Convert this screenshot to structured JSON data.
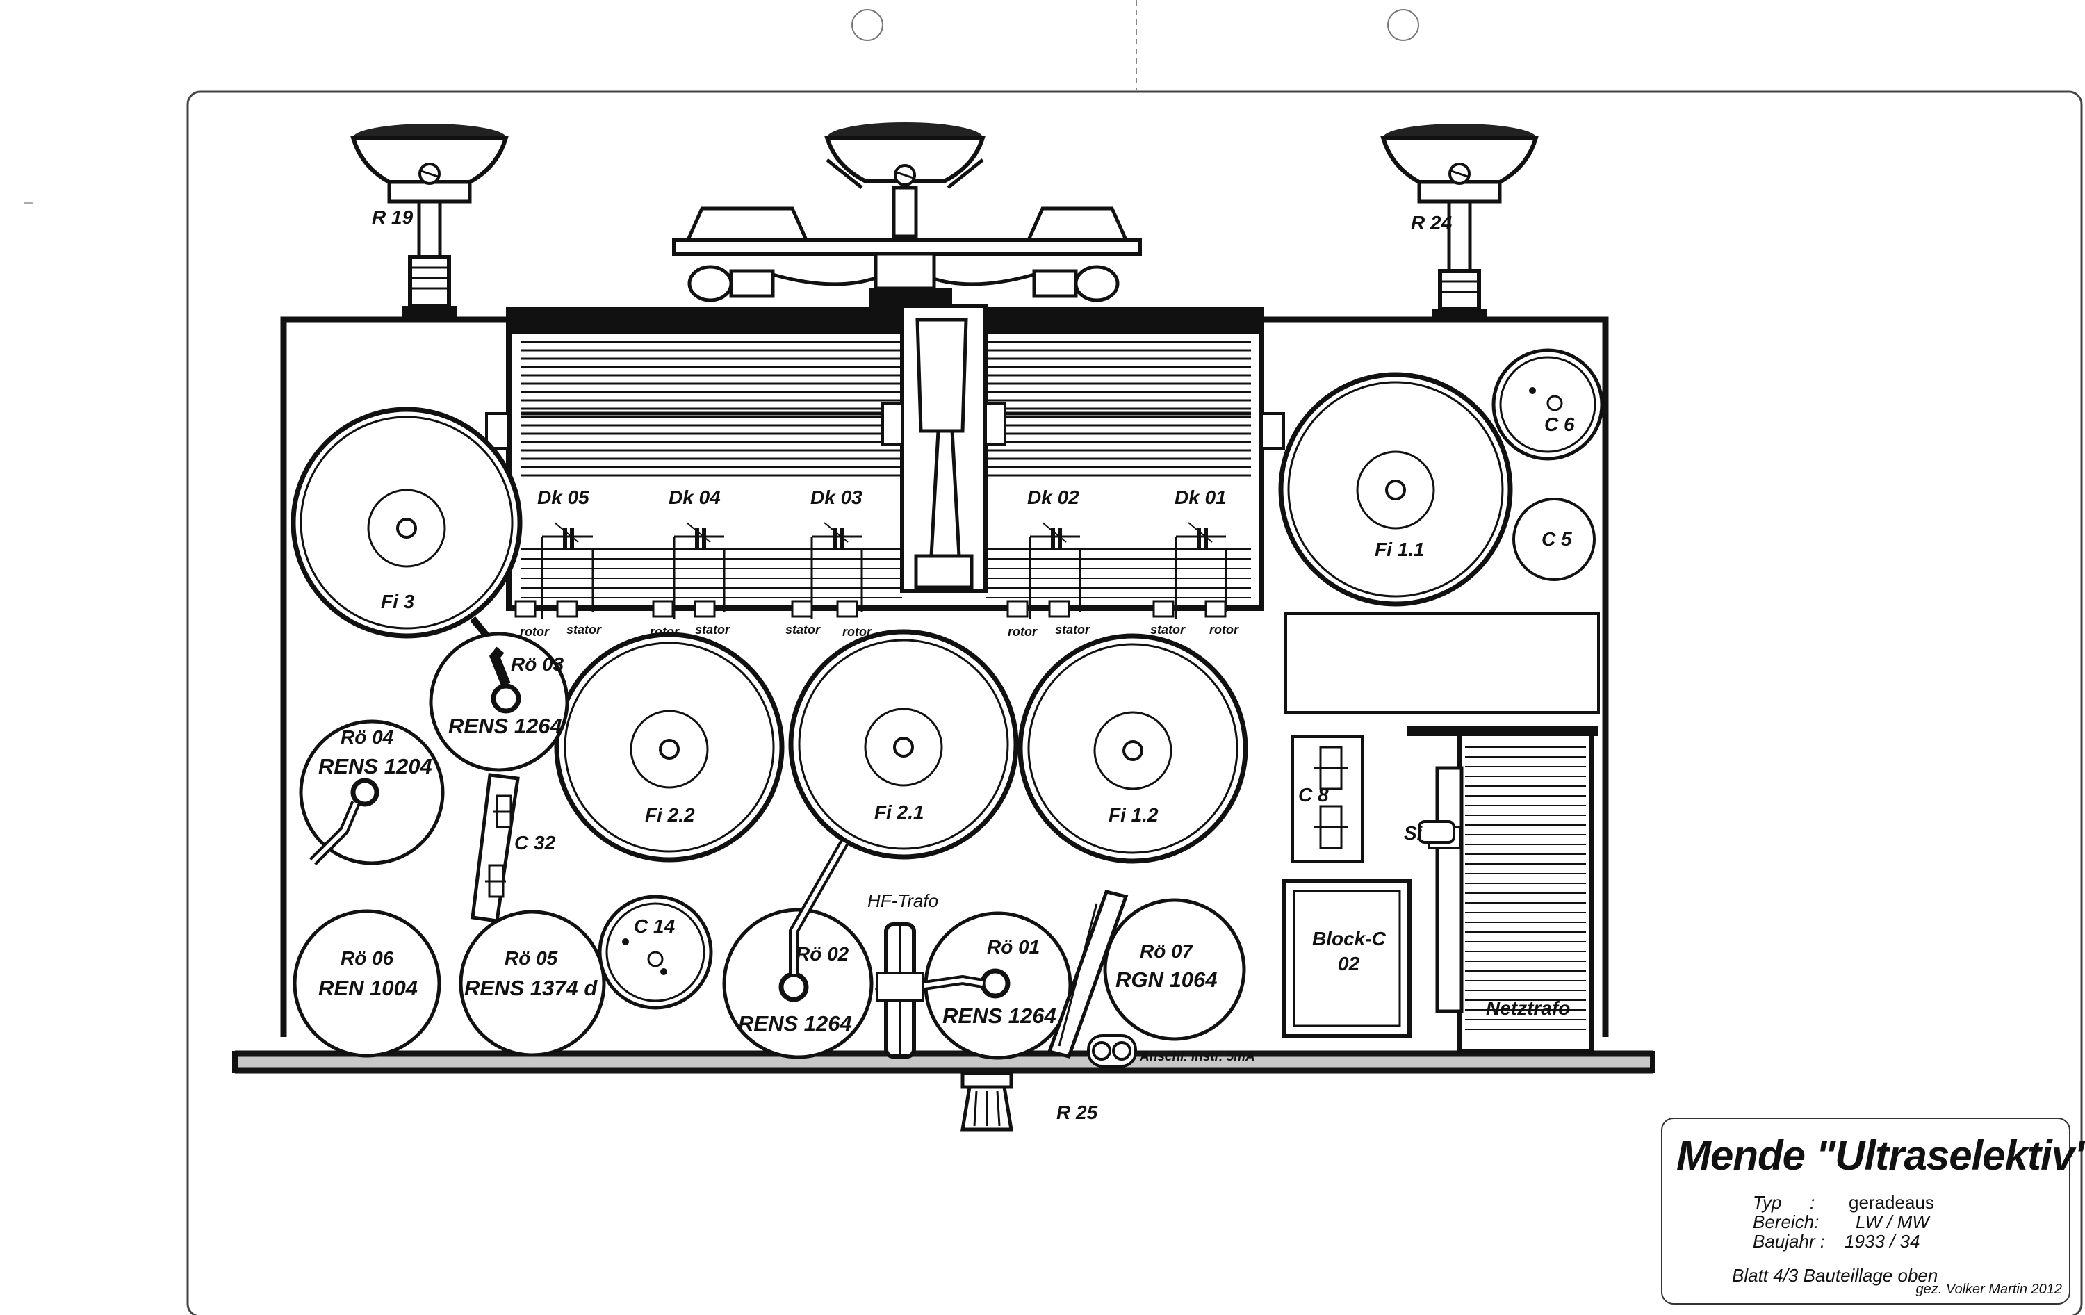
{
  "labels": {
    "r19": "R 19",
    "r24": "R 24",
    "r25": "R 25",
    "c6": "C 6",
    "c5": "C 5",
    "c8": "C 8",
    "c14": "C 14",
    "c32": "C 32",
    "si": "Si",
    "fi3": "Fi  3",
    "fi11": "Fi 1.1",
    "fi22": "Fi 2.2",
    "fi21": "Fi  2.1",
    "fi12": "Fi 1.2",
    "dk05": "Dk 05",
    "dk04": "Dk 04",
    "dk03": "Dk 03",
    "dk02": "Dk 02",
    "dk01": "Dk 01",
    "rotor": "rotor",
    "stator": "stator",
    "ro03": "Rö 03",
    "ro03_type": "RENS 1264",
    "ro04": "Rö 04",
    "ro04_type": "RENS 1204",
    "ro06": "Rö 06",
    "ro06_type": "REN 1004",
    "ro05": "Rö 05",
    "ro05_type": "RENS 1374 d",
    "ro02": "Rö 02",
    "ro02_type": "RENS 1264",
    "ro01": "Rö 01",
    "ro01_type": "RENS 1264",
    "ro07": "Rö 07",
    "ro07_type": "RGN 1064",
    "hf_trafo": "HF-Trafo",
    "block_c_1": "Block-C",
    "block_c_2": "02",
    "netztrafo": "Netztrafo",
    "anschl": "Anschl. Instr. 5mA"
  },
  "title_block": {
    "title": "Mende \"Ultraselektiv\"",
    "typ_key": "Typ",
    "typ_sep": ":",
    "typ_val": "geradeaus",
    "bereich_key": "Bereich:",
    "bereich_val": "LW / MW",
    "baujahr_key": "Baujahr :",
    "baujahr_val": "1933 / 34",
    "sheet": "Blatt 4/3  Bauteillage oben",
    "author": "gez. Volker Martin 2012"
  }
}
